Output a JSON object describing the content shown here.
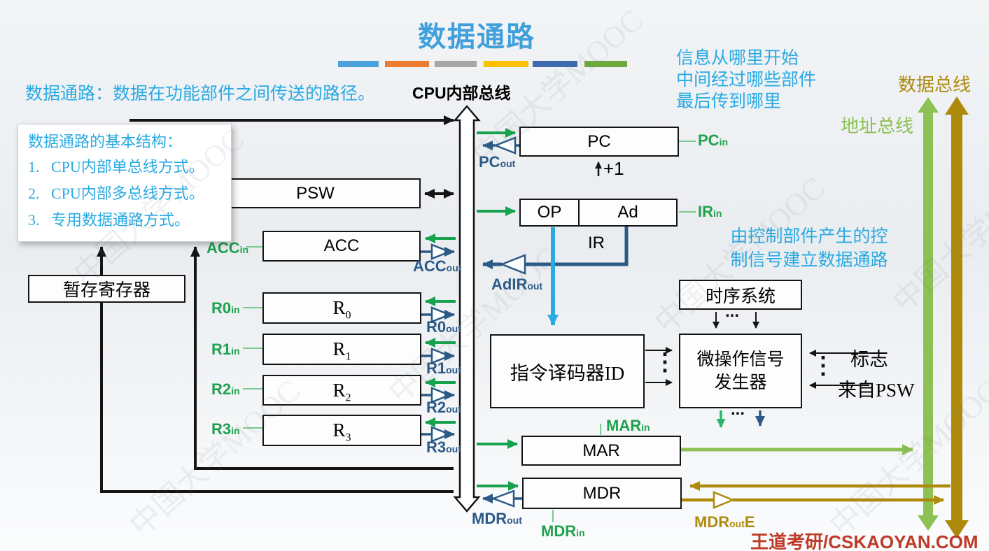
{
  "slide": {
    "title": "数据通路",
    "definition": "数据通路：数据在功能部件之间传送的路径。",
    "cpu_bus_label": "CPU内部总线",
    "hint_lines": [
      "信息从哪里开始",
      "中间经过哪些部件",
      "最后传到哪里"
    ],
    "note_box": {
      "heading": "数据通路的基本结构：",
      "items": [
        "1.   CPU内部单总线方式。",
        "2.   CPU内部多总线方式。",
        "3.   专用数据通路方式。"
      ]
    },
    "control_note_lines": [
      "由控制部件产生的控",
      "制信号建立数据通路"
    ],
    "data_bus_label": "数据总线",
    "address_bus_label": "地址总线",
    "plus_one": "+1",
    "footer": "王道考研/CSKAOYAN.COM",
    "watermark": "中国大学MOOC"
  },
  "components": {
    "pc": "PC",
    "psw": "PSW",
    "acc": "ACC",
    "registers": [
      {
        "base": "R",
        "sub": "0"
      },
      {
        "base": "R",
        "sub": "1"
      },
      {
        "base": "R",
        "sub": "2"
      },
      {
        "base": "R",
        "sub": "3"
      }
    ],
    "temp_register": "暂存寄存器",
    "op": "OP",
    "ad": "Ad",
    "ir": "IR",
    "timing_system": "时序系统",
    "instruction_decoder": "指令译码器ID",
    "micro_op_generator_lines": [
      "微操作信号",
      "发生器"
    ],
    "mar": "MAR",
    "mdr": "MDR",
    "flag_label": "标志",
    "flag_source": "来自PSW",
    "dots_h": "...",
    "dots_v": "⋮"
  },
  "signals": {
    "pc_in": {
      "base": "PC",
      "suffix": "in"
    },
    "pc_out": {
      "base": "PC",
      "suffix": "out"
    },
    "ir_in": {
      "base": "IR",
      "suffix": "in"
    },
    "acc_in": {
      "base": "ACC",
      "suffix": "in"
    },
    "acc_out": {
      "base": "ACC",
      "suffix": "out"
    },
    "adir_out": {
      "base": "AdIR",
      "suffix": "out"
    },
    "r0_in": {
      "base": "R0",
      "suffix": "in"
    },
    "r1_in": {
      "base": "R1",
      "suffix": "in"
    },
    "r2_in": {
      "base": "R2",
      "suffix": "in"
    },
    "r3_in": {
      "base": "R3",
      "suffix": "in"
    },
    "r0_out": {
      "base": "R0",
      "suffix": "out"
    },
    "r1_out": {
      "base": "R1",
      "suffix": "out"
    },
    "r2_out": {
      "base": "R2",
      "suffix": "out"
    },
    "r3_out": {
      "base": "R3",
      "suffix": "out"
    },
    "mar_in": {
      "base": "MAR",
      "suffix": "in"
    },
    "mdr_in": {
      "base": "MDR",
      "suffix": "in"
    },
    "mdr_out": {
      "base": "MDR",
      "suffix": "out"
    },
    "mdr_out_e": {
      "base": "MDR",
      "suffix": "out",
      "tail": "E"
    }
  },
  "colors": {
    "title_blue": "#41a0dc",
    "annotation_blue": "#29aae3",
    "signal_green": "#1ea24d",
    "signal_dark_blue": "#2b5a87",
    "decode_cyan": "#29abe2",
    "address_bus_green": "#8dc153",
    "data_bus_olive": "#ae8a0c",
    "footer_red": "#bf3a27",
    "title_bars": [
      "#4aa3dc",
      "#ed7d31",
      "#a6a6a6",
      "#fec101",
      "#3e6ab0",
      "#6fa83f"
    ]
  }
}
